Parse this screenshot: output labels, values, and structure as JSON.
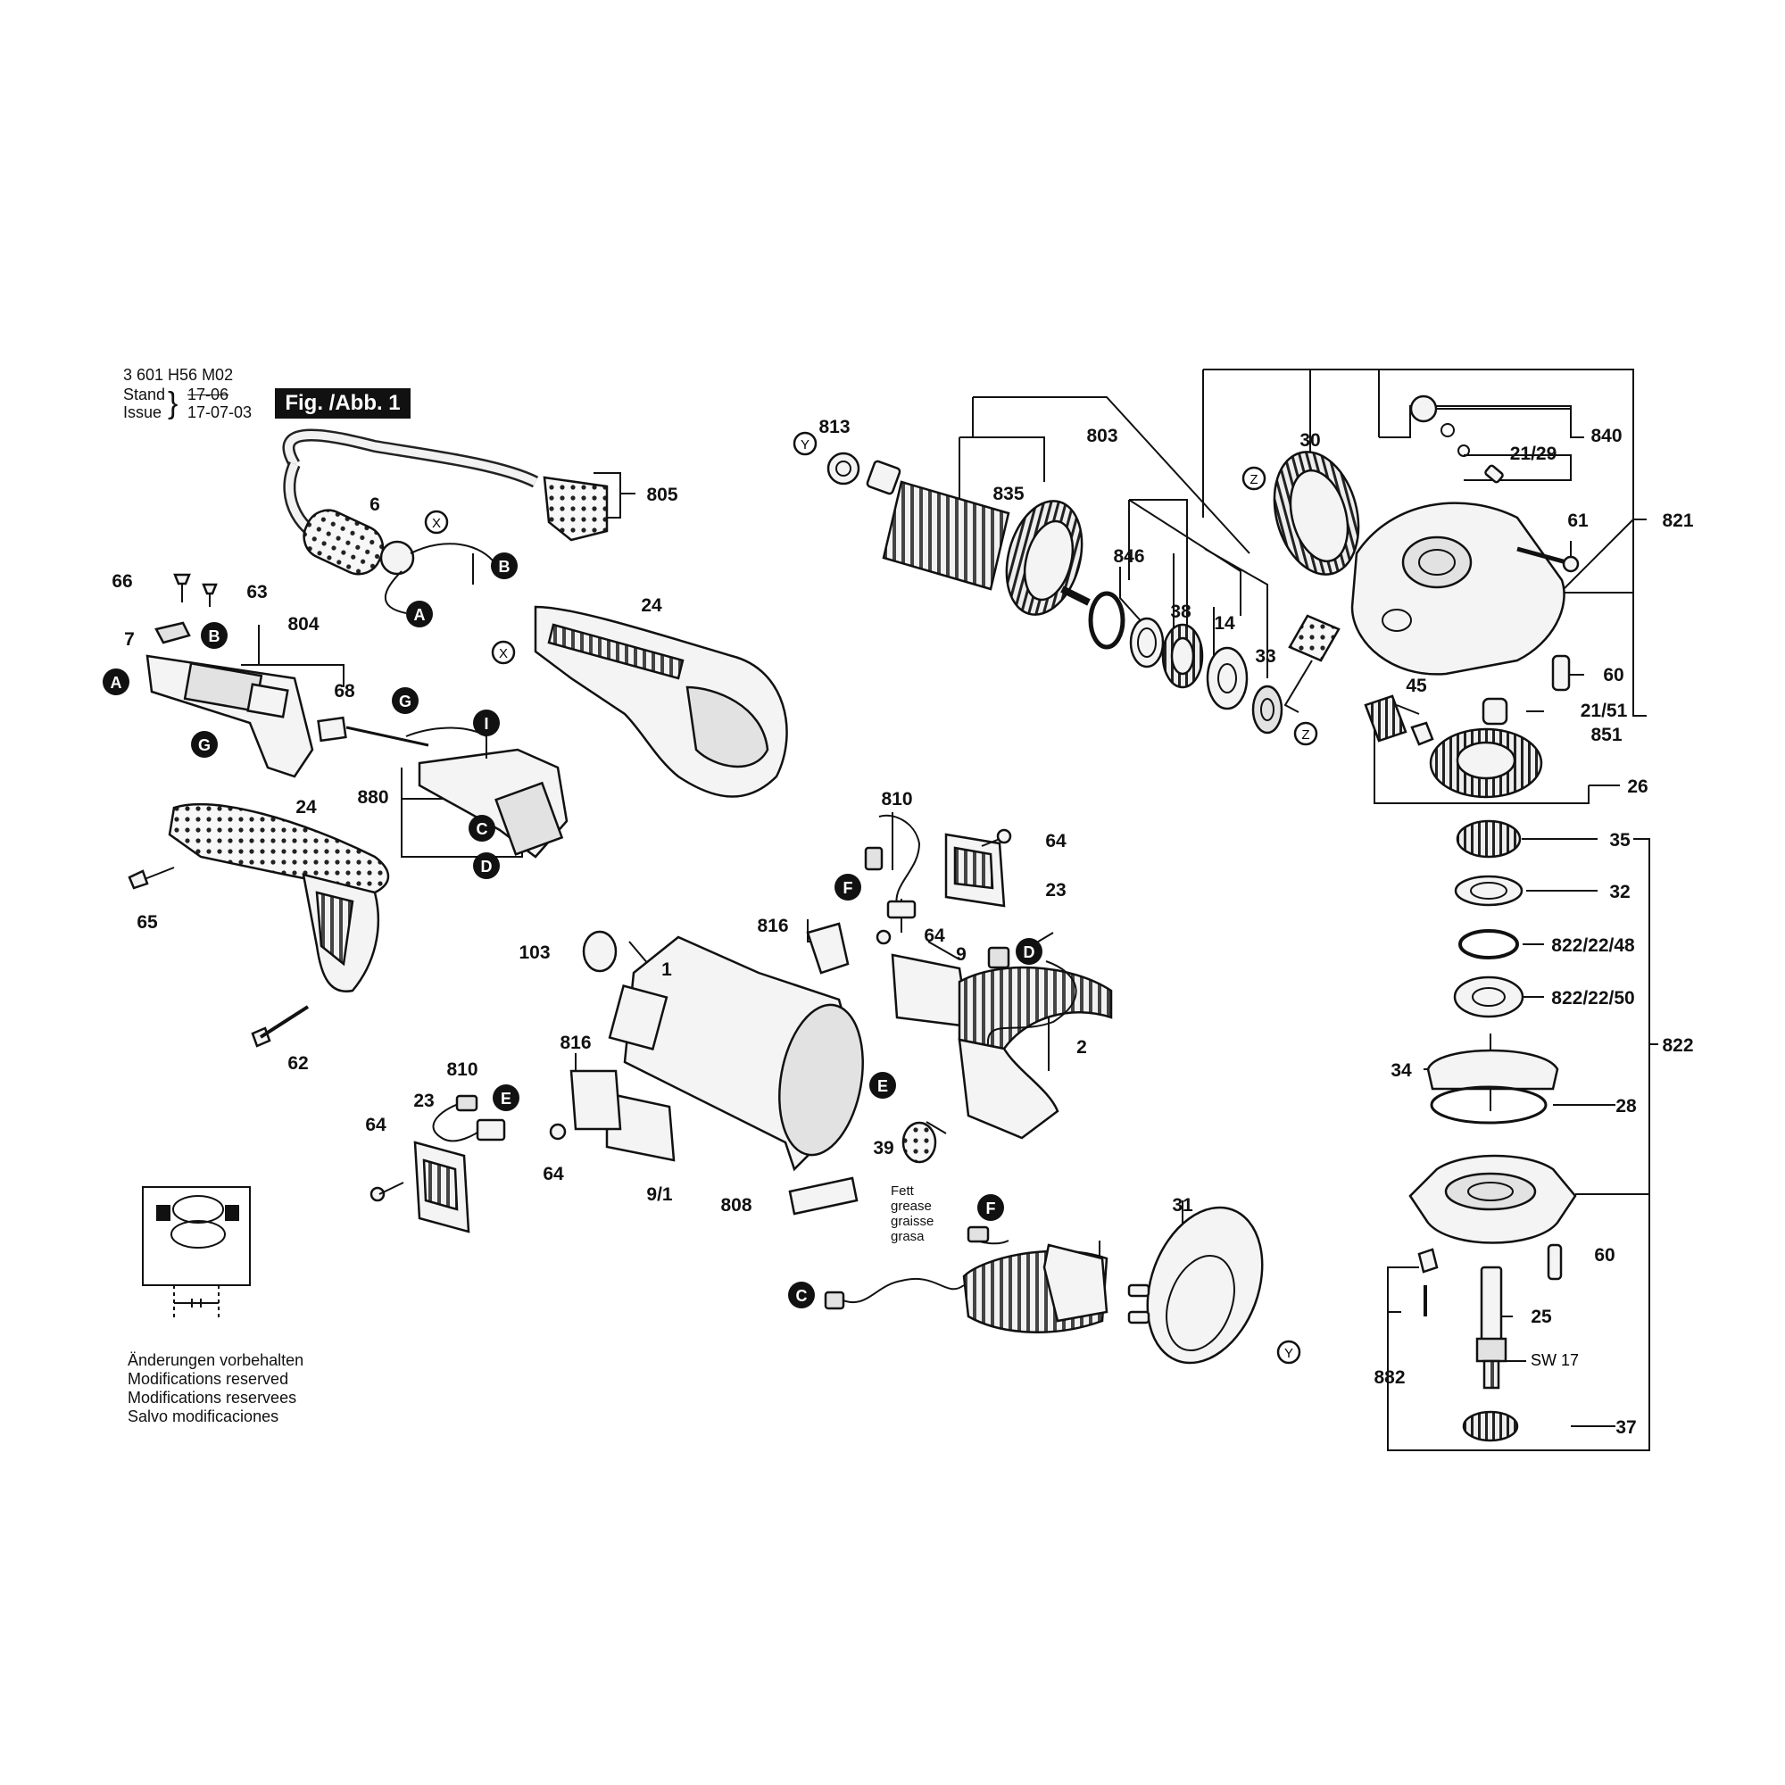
{
  "header": {
    "part_number": "3 601 H56 M02",
    "stand_label": "Stand",
    "issue_label": "Issue",
    "stand_date_old": "17-06",
    "issue_date": "17-07-03",
    "figure_label": "Fig. /Abb. 1"
  },
  "notes": [
    "Änderungen vorbehalten",
    "Modifications reserved",
    "Modifications reservees",
    "Salvo modificaciones"
  ],
  "grease_note": [
    "Fett",
    "grease",
    "graisse",
    "grasa"
  ],
  "drive_spindle_label": "SW 17",
  "part_labels": {
    "p813": "813",
    "p803": "803",
    "p835": "835",
    "p846": "846",
    "p38": "38",
    "p14": "14",
    "p33": "33",
    "p30": "30",
    "p840": "840",
    "p21_29": "21/29",
    "p61": "61",
    "p821": "821",
    "p60a": "60",
    "p21_51": "21/51",
    "p851": "851",
    "p45": "45",
    "p26": "26",
    "p35": "35",
    "p32": "32",
    "p822_22_48": "822/22/48",
    "p822_22_50": "822/22/50",
    "p822": "822",
    "p34": "34",
    "p28": "28",
    "p60b": "60",
    "p25": "25",
    "p882": "882",
    "p37": "37",
    "p805": "805",
    "p6": "6",
    "p66": "66",
    "p63": "63",
    "p7": "7",
    "p804": "804",
    "p68": "68",
    "p880": "880",
    "p24a": "24",
    "p24b": "24",
    "p65": "65",
    "p62": "62",
    "p810a": "810",
    "p64a": "64",
    "p23a": "23",
    "p816a": "816",
    "p64b": "64",
    "p9": "9",
    "p1": "1",
    "p103": "103",
    "p2": "2",
    "p816b": "816",
    "p810b": "810",
    "p23b": "23",
    "p64c": "64",
    "p64d": "64",
    "p9_1": "9/1",
    "p808": "808",
    "p39": "39",
    "p31": "31"
  },
  "connector_markers": {
    "Y1": "Y",
    "Y2": "Y",
    "Z1": "Z",
    "Z2": "Z",
    "X1": "X",
    "X2": "X",
    "B1": "B",
    "B2": "B",
    "A1": "A",
    "A2": "A",
    "G1": "G",
    "G2": "G",
    "I": "I",
    "C1": "C",
    "C2": "C",
    "D1": "D",
    "D2": "D",
    "F1": "F",
    "F2": "F",
    "E1": "E",
    "E2": "E"
  }
}
